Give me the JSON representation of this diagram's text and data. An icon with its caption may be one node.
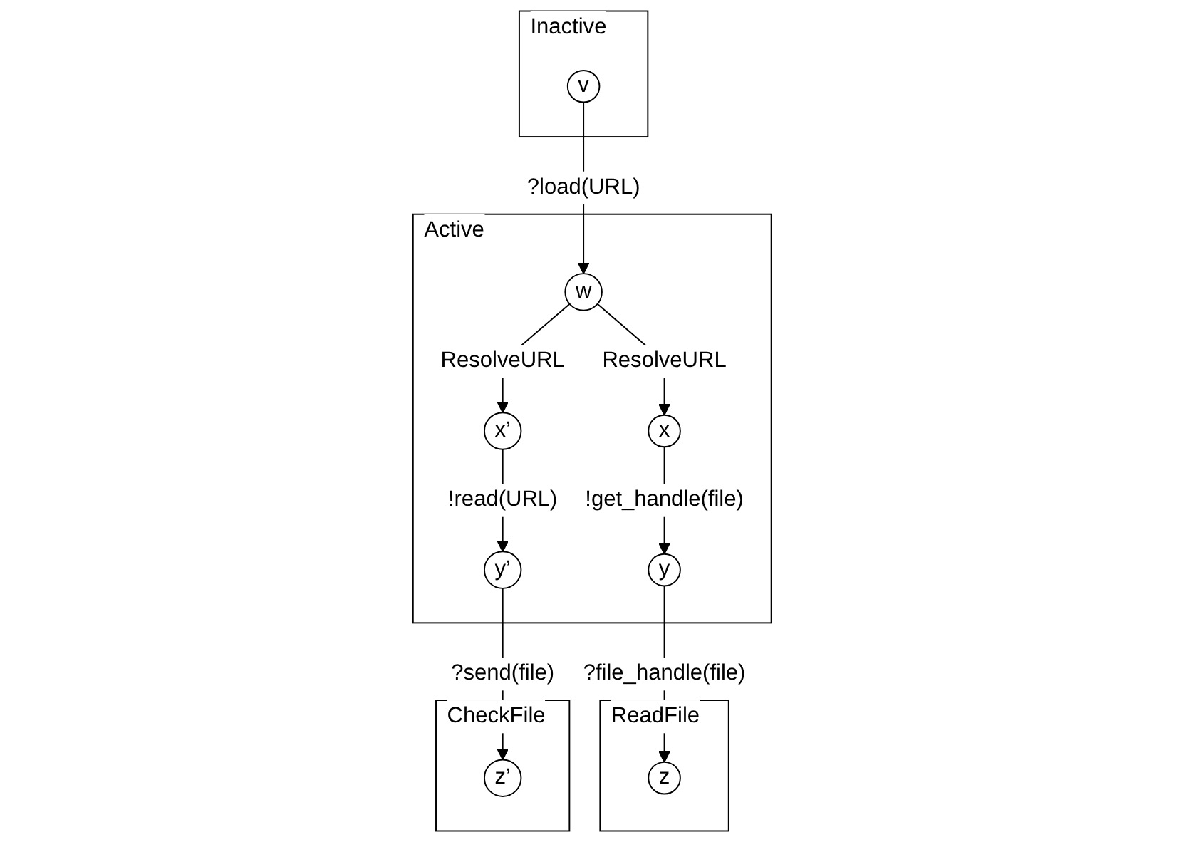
{
  "diagram": {
    "nodes": [
      {
        "text": [
          "Inactive"
        ]
      },
      {
        "text": [
          "v"
        ],
        "in": 0
      },
      {
        "text": [
          "ReadFile"
        ]
      },
      {
        "text": [
          "z"
        ],
        "in": 2
      },
      {
        "text": [
          "CheckFile"
        ]
      },
      {
        "text": [
          "z’"
        ],
        "in": 4
      },
      {
        "text": [
          "Active"
        ]
      },
      {
        "text": [
          "w"
        ],
        "in": 6
      },
      {
        "text": [
          "x"
        ],
        "in": 6
      },
      {
        "text": [
          "y"
        ],
        "in": 6
      },
      {
        "text": [
          "x’"
        ],
        "in": 6
      },
      {
        "text": [
          "y’"
        ],
        "in": 6
      }
    ],
    "edges": [
      {
        "from": 1,
        "to": 7,
        "arrow": "to",
        "label": "?load(URL)"
      },
      {
        "from": 7,
        "to": 8,
        "arrow": "to",
        "label": "ResolveURL"
      },
      {
        "from": 8,
        "to": 9,
        "arrow": "to",
        "label": "!get_handle(file)"
      },
      {
        "from": 9,
        "to": 3,
        "arrow": "to",
        "label": "?file_handle(file)"
      },
      {
        "from": 7,
        "to": 10,
        "arrow": "to",
        "label": "ResolveURL"
      },
      {
        "from": 10,
        "to": 11,
        "arrow": "to",
        "label": "!read(URL)"
      },
      {
        "from": 11,
        "to": 5,
        "arrow": "to",
        "label": "?send(file)"
      }
    ]
  }
}
